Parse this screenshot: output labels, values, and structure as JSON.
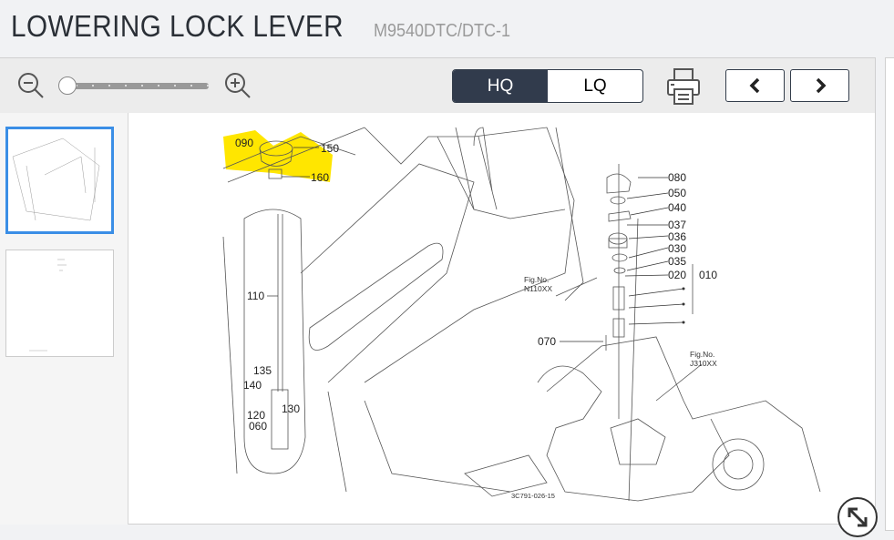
{
  "header": {
    "title": "LOWERING LOCK LEVER",
    "model": "M9540DTC/DTC-1"
  },
  "toolbar": {
    "zoom_out_icon": "zoom-out-icon",
    "zoom_in_icon": "zoom-in-icon",
    "zoom_level": 0,
    "hq_label": "HQ",
    "lq_label": "LQ",
    "selected_quality": "HQ",
    "print_icon": "printer-icon",
    "prev_icon": "chevron-left-icon",
    "next_icon": "chevron-right-icon"
  },
  "thumbnails": {
    "selected_index": 0,
    "count": 2
  },
  "diagram": {
    "highlight_color": "#ffe600",
    "parts": {
      "p090": "090",
      "p150": "150",
      "p160": "160",
      "p110": "110",
      "p135": "135",
      "p140": "140",
      "p130": "130",
      "p120": "120",
      "p060": "060",
      "p070": "070",
      "p080": "080",
      "p050": "050",
      "p040": "040",
      "p037": "037",
      "p036": "036",
      "p030": "030",
      "p035": "035",
      "p020": "020",
      "p010": "010"
    },
    "fig1_label": "Fig.No.",
    "fig1_no": "N110XX",
    "fig2_label": "Fig.No.",
    "fig2_no": "J310XX",
    "drawing_no": "3C791-026-15"
  }
}
